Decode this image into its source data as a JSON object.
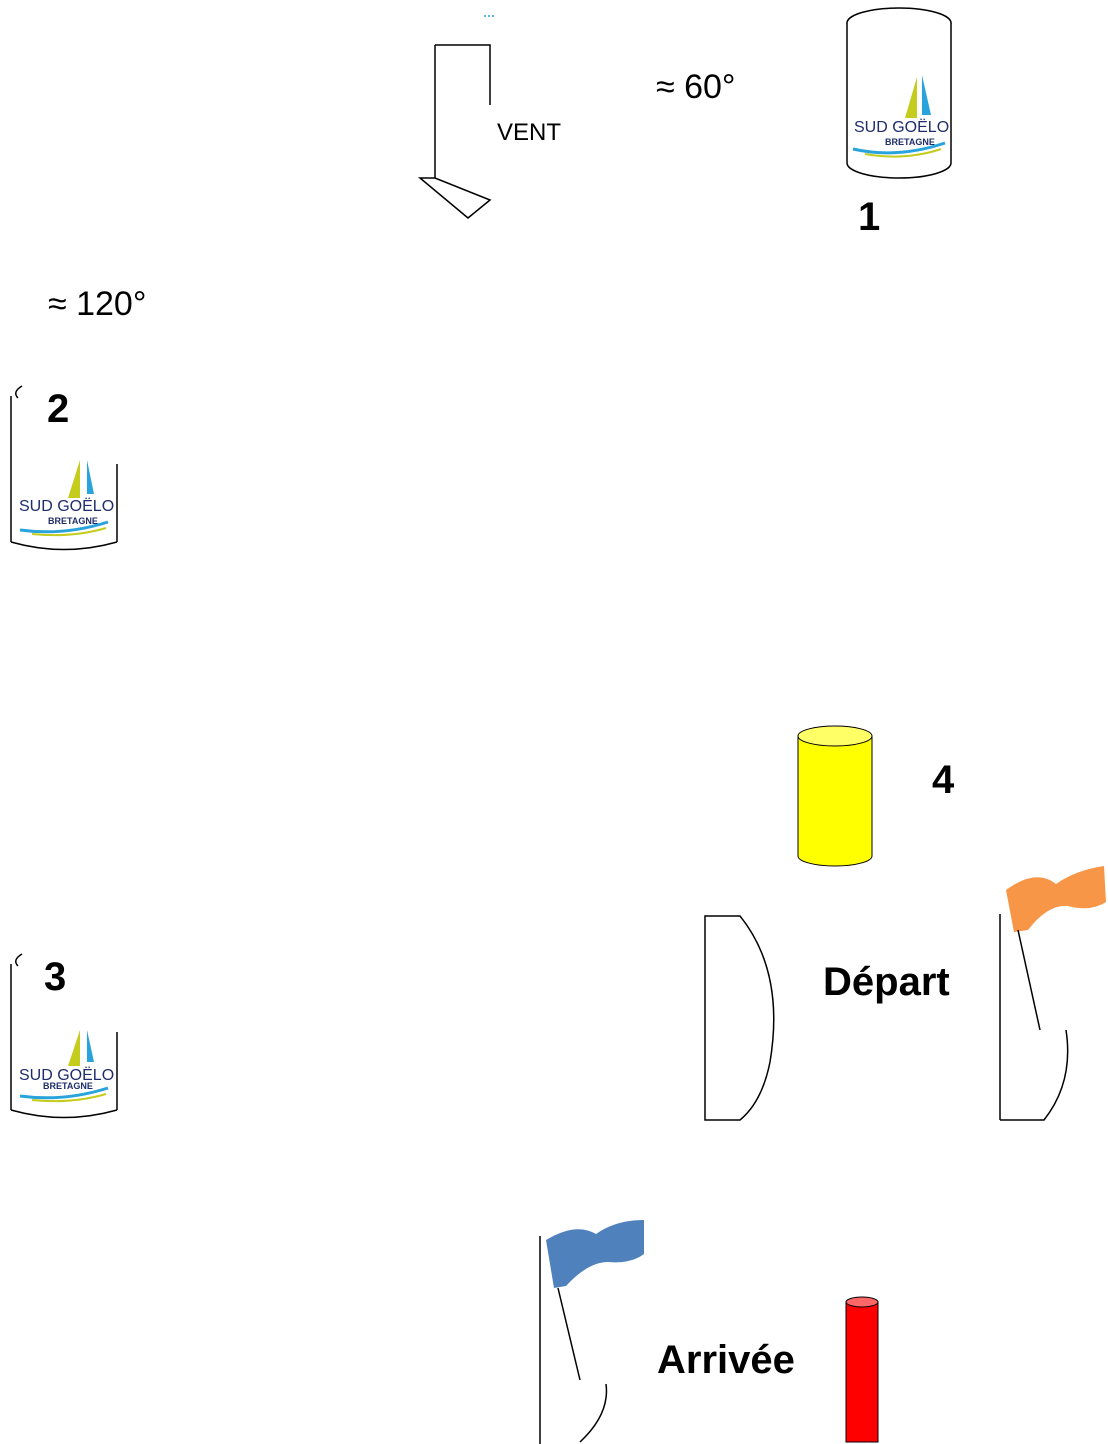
{
  "wind": {
    "label": "VENT"
  },
  "angles": {
    "top": "≈ 60°",
    "left": "≈ 120°"
  },
  "buoys": [
    {
      "number": "1",
      "logo": {
        "line1": "SUD GOËLO",
        "line2": "BRETAGNE"
      }
    },
    {
      "number": "2",
      "logo": {
        "line1": "SUD GOËLO",
        "line2": "BRETAGNE"
      }
    },
    {
      "number": "3",
      "logo": {
        "line1": "SUD GOËLO",
        "line2": "BRETAGNE"
      }
    },
    {
      "number": "4",
      "color": "#ffff00"
    }
  ],
  "start": {
    "label": "Départ",
    "flag_color": "#f79646"
  },
  "finish": {
    "label": "Arrivée",
    "flag_color": "#4f81bd",
    "buoy_color": "#ff0000"
  },
  "colors": {
    "logo_yellow": "#c4cc1e",
    "logo_blue": "#29a3db",
    "logo_navy": "#1f2d6b"
  }
}
